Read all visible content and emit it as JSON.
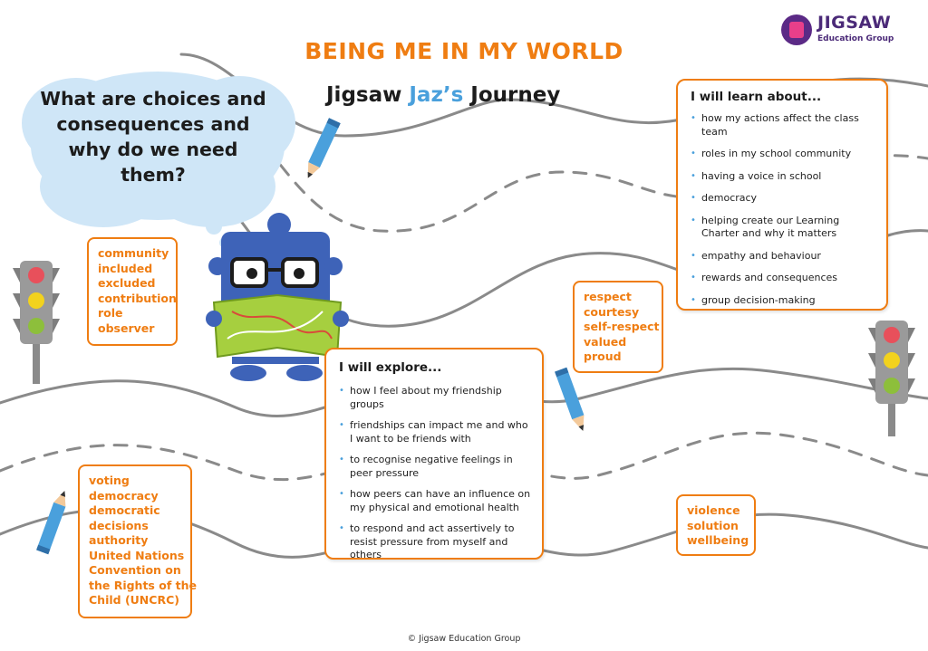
{
  "header": {
    "title": "BEING ME IN MY WORLD",
    "subtitle_part1": "Jigsaw ",
    "subtitle_highlight": "Jaz’s",
    "subtitle_part2": " Journey"
  },
  "logo": {
    "name": "JIGSAW",
    "sub": "Education Group"
  },
  "thought_bubble": {
    "question": "What are choices and consequences and why do we need them?"
  },
  "vocab_box_1": {
    "words": [
      "community",
      "included",
      "excluded",
      "contribution",
      "role",
      "observer"
    ]
  },
  "vocab_box_2": {
    "words": [
      "respect",
      "courtesy",
      "self-respect",
      "valued",
      "proud"
    ]
  },
  "vocab_box_3": {
    "words": [
      "voting",
      "democracy",
      "democratic",
      "decisions",
      "authority",
      "United Nations",
      "Convention on",
      "the Rights of the",
      "Child (UNCRC)"
    ]
  },
  "vocab_box_4": {
    "words": [
      "violence",
      "solution",
      "wellbeing"
    ]
  },
  "learn_panel": {
    "heading": "I will learn about...",
    "items": [
      "how my actions affect the class team",
      "roles in my school community",
      "having a voice in school",
      "democracy",
      "helping create our Learning Charter and why it matters",
      "empathy and behaviour",
      "rewards and consequences",
      "group decision-making"
    ]
  },
  "explore_panel": {
    "heading": "I will explore...",
    "items": [
      "how I feel about my friendship groups",
      "friendships can impact me and who I want to be friends with",
      "to recognise negative feelings in peer pressure",
      "how peers can have an influence on my physical and emotional health",
      "to respond and act assertively to resist pressure from myself and others"
    ]
  },
  "footer": {
    "copyright": "© Jigsaw Education Group"
  },
  "colors": {
    "accent_orange": "#ef7d12",
    "jaz_blue": "#4aa0dc",
    "road_gray": "#8a8a8a",
    "cloud": "#cfe6f7",
    "logo_purple": "#4b2a78"
  },
  "icons": [
    "traffic-light-icon",
    "pencil-icon",
    "jaz-mascot-icon",
    "thought-cloud-icon",
    "jigsaw-logo-icon"
  ]
}
